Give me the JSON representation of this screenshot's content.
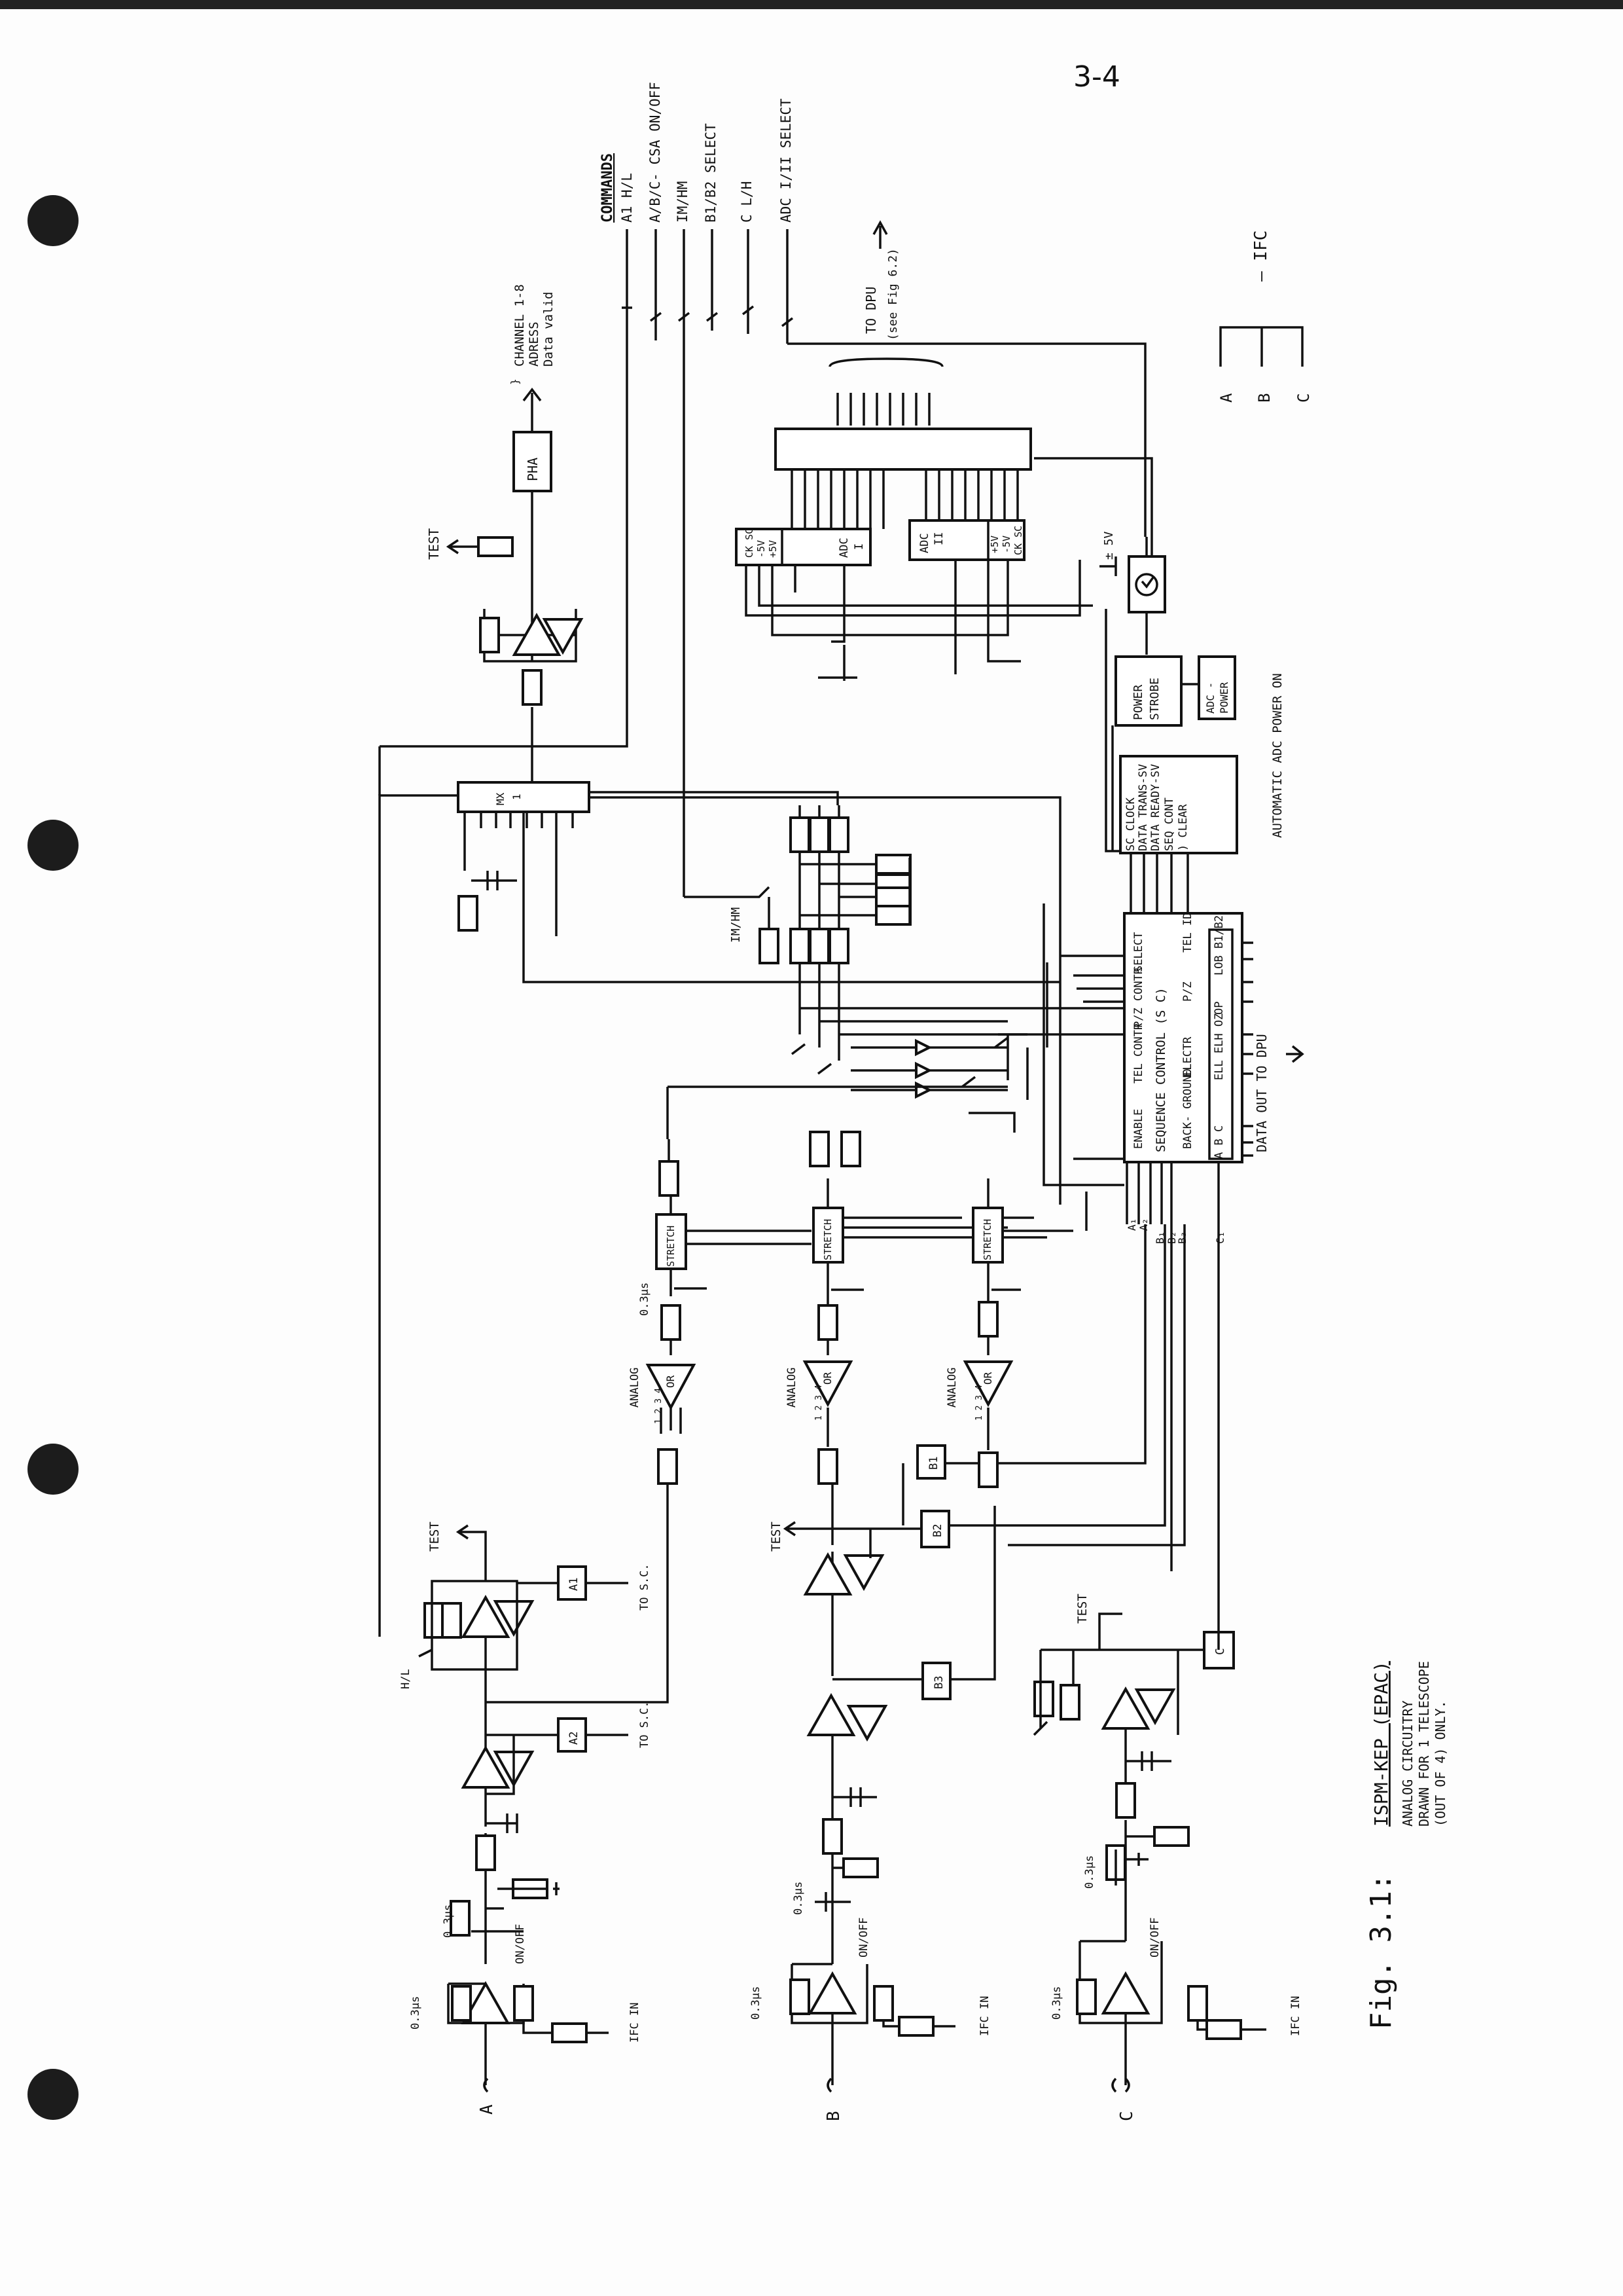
{
  "page_number": "3-4",
  "commands": {
    "title": "COMMANDS",
    "items": [
      "A1 H/L",
      "A/B/C- CSA ON/OFF",
      "IM/HM",
      "B1/B2 SELECT",
      "C L/H",
      "ADC I/II SELECT"
    ]
  },
  "to_dpu": {
    "title": "TO DPU",
    "note": "(see Fig 6.2)"
  },
  "ifc": {
    "label": "— IFC",
    "outputs": [
      "A",
      "B",
      "C"
    ]
  },
  "pha": {
    "label": "PHA",
    "outputs": [
      "CHANNEL 1-8",
      "ADRESS",
      "Data valid"
    ]
  },
  "test_label": "TEST",
  "mux": {
    "label": "MX",
    "sub": "1"
  },
  "adc1": {
    "pins": [
      "CK SC",
      "-5V",
      "+5V"
    ],
    "label": "ADC",
    "num": "I"
  },
  "adc2": {
    "pins": [
      "+5V",
      "-5V",
      "CK SC"
    ],
    "label": "ADC",
    "num": "II"
  },
  "pm5v": "± 5V",
  "power_strobe": {
    "line1": "POWER",
    "line2": "STROBE"
  },
  "adc_power": {
    "line1": "ADC -",
    "line2": "POWER"
  },
  "auto_adc": "AUTOMATIC  ADC  POWER ON",
  "sc_clock": {
    "lines": [
      "SC CLOCK",
      "DATA TRANS-SV",
      "DATA READY-SV",
      "SEQ CONT",
      ") CLEAR"
    ]
  },
  "seq_control": {
    "title": "SEQUENCE  CONTROL  (S C)",
    "top_labels": [
      "ENABLE",
      "TEL CONTR",
      "P/Z CONTR",
      "SELECT"
    ],
    "bottom_labels": [
      "BACK- GROUND",
      "ELECTR",
      "P/Z",
      "TEL ID"
    ],
    "sub_labels": [
      "A B C",
      "ELL ELH OZ",
      "OP",
      "LOB B1/B2"
    ]
  },
  "data_out": "DATA OUT TO DPU",
  "im_hm": "IM/HM",
  "stretch": "STRETCH",
  "or_label": "OR",
  "analog": "ANALOG",
  "or_inputs": "1 2 3 4",
  "t03": "0.3µs",
  "a_channel": {
    "input": "A",
    "on_off": "ON/OFF",
    "ifc_in": "IFC IN",
    "hl": "H/L",
    "a1": "A1",
    "a2": "A2",
    "to_sc": "TO S.C."
  },
  "b_channel": {
    "input": "B",
    "on_off": "ON/OFF",
    "ifc_in": "IFC IN",
    "b1": "B1",
    "b2": "B2",
    "b3": "B3"
  },
  "c_channel": {
    "input": "C",
    "on_off": "ON/OFF",
    "ifc_in": "IFC IN",
    "c": "C"
  },
  "input_tags": [
    "A₁",
    "A₂",
    "B₁",
    "B₂",
    "B₃",
    "C₁"
  ],
  "caption": {
    "fig": "Fig. 3.1:",
    "title": "ISPM-KEP (EPAC)",
    "lines": [
      "ANALOG CIRCUITRY",
      "DRAWN FOR 1 TELESCOPE",
      "(OUT OF 4) ONLY."
    ]
  }
}
